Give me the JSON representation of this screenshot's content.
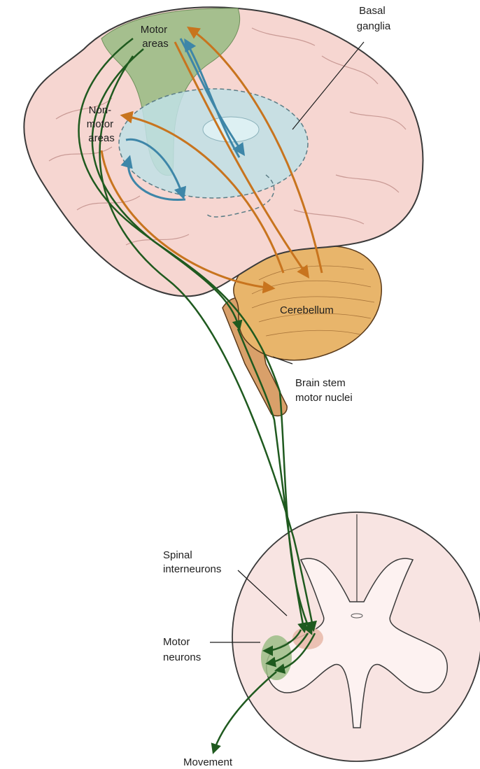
{
  "labels": {
    "motor_areas": [
      "Motor",
      "areas"
    ],
    "non_motor_areas": [
      "Non-",
      "motor",
      "areas"
    ],
    "basal_ganglia": [
      "Basal",
      "ganglia"
    ],
    "cerebellum": "Cerebellum",
    "brain_stem": [
      "Brain stem",
      "motor nuclei"
    ],
    "spinal_interneurons": [
      "Spinal",
      "interneurons"
    ],
    "motor_neurons": [
      "Motor",
      "neurons"
    ],
    "movement": "Movement"
  },
  "colors": {
    "cortex": "#f6d6d1",
    "cortex_outline": "#3a3a3a",
    "motor_cortex": "#9cbd86",
    "basal_ganglia": "#bfe0e6",
    "cerebellum": "#e8b56b",
    "brain_stem": "#d9a06a",
    "spinal_cord": "#f8e4e2",
    "motor_pathway": "#1f5a1f",
    "cerebellar_loop": "#c8741e",
    "basal_ganglia_loop": "#3e86a8"
  }
}
